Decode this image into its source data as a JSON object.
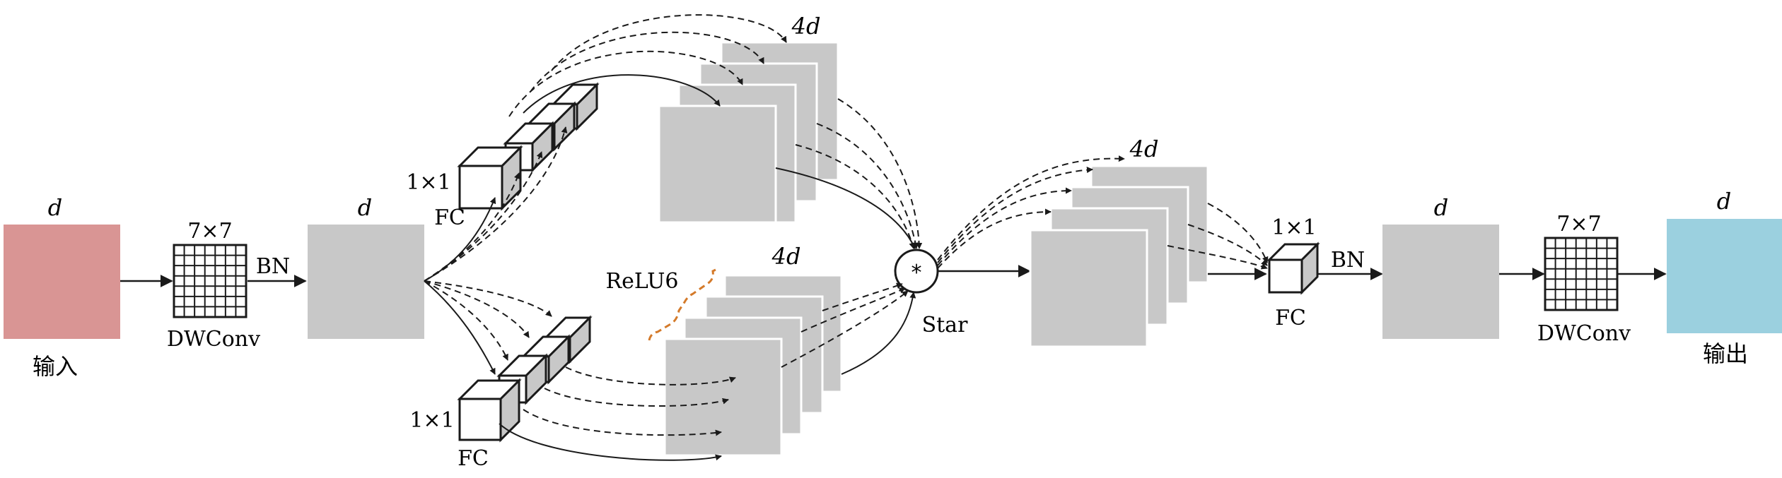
{
  "labels": {
    "input_dim": "d",
    "input": "输入",
    "dwconv1_kernel": "7×7",
    "dwconv1_name": "DWConv",
    "bn1": "BN",
    "mid_dim": "d",
    "fc_top_kernel": "1×1",
    "fc_top_name": "FC",
    "fc_bot_kernel": "1×1",
    "fc_bot_name": "FC",
    "top_stack_dim": "4d",
    "bot_stack_dim": "4d",
    "relu": "ReLU6",
    "star_symbol": "*",
    "star_name": "Star",
    "after_star_dim": "4d",
    "fc3_kernel": "1×1",
    "fc3_name": "FC",
    "bn2": "BN",
    "mid2_dim": "d",
    "dwconv2_kernel": "7×7",
    "dwconv2_name": "DWConv",
    "output_dim": "d",
    "output": "输出"
  },
  "colors": {
    "input": "#d99594",
    "output": "#9bd0df",
    "feature": "#c8c8c8",
    "relu_bracket": "#d47a2a",
    "line": "#1a1a1a"
  }
}
